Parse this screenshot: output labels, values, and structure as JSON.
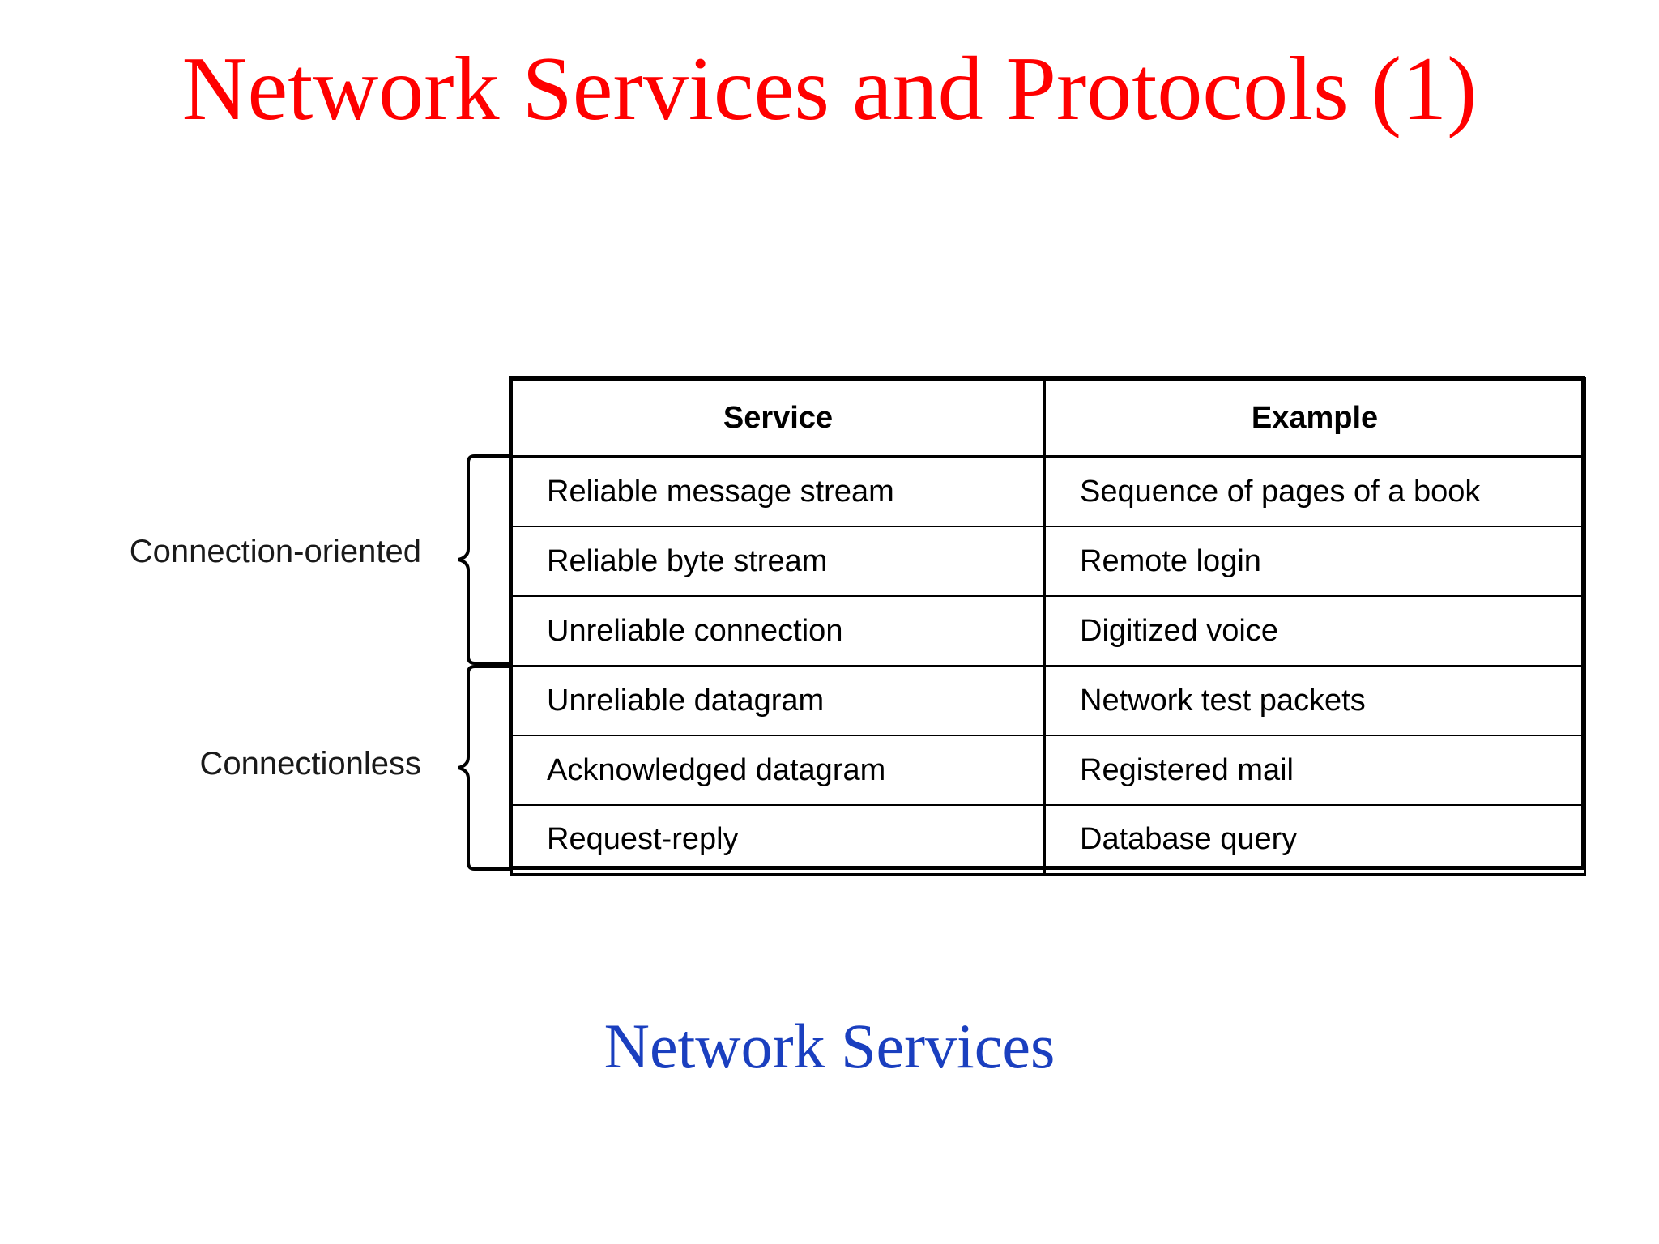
{
  "slide": {
    "title": "Network Services and Protocols (1)",
    "title_color": "#FF0000",
    "background_color": "#FFFFFF",
    "caption": "Network Services",
    "caption_color": "#1A3FBF"
  },
  "figure": {
    "table": {
      "columns": [
        "Service",
        "Example"
      ],
      "rows": [
        {
          "service": "Reliable message stream",
          "example": "Sequence of pages of a book"
        },
        {
          "service": "Reliable byte stream",
          "example": "Remote login"
        },
        {
          "service": "Unreliable connection",
          "example": "Digitized voice"
        },
        {
          "service": "Unreliable datagram",
          "example": "Network test packets"
        },
        {
          "service": "Acknowledged datagram",
          "example": "Registered mail"
        },
        {
          "service": "Request-reply",
          "example": "Database query"
        }
      ],
      "border_color": "#000000",
      "text_color": "#000000"
    },
    "groups": [
      {
        "label": "Connection-oriented",
        "row_span": 3,
        "first_row": 1
      },
      {
        "label": "Connectionless",
        "row_span": 3,
        "first_row": 4
      }
    ]
  }
}
